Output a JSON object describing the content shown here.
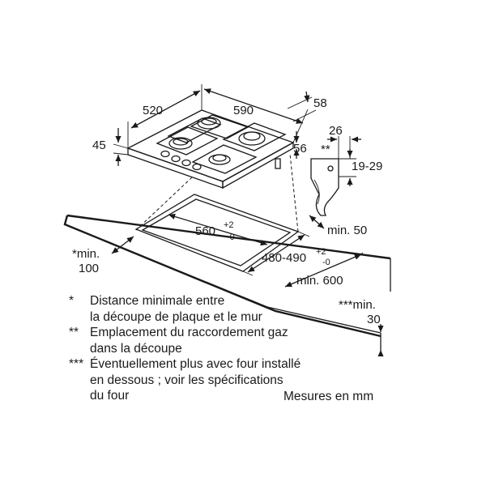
{
  "diagram": {
    "dimensions": {
      "width_520": "520",
      "width_590": "590",
      "depth_58": "58",
      "height_45": "45",
      "edge_56": "56",
      "bracket_26": "26",
      "bracket_marker": "**",
      "range_19_29": "19-29",
      "min_50": "min. 50",
      "cutout_width": "560",
      "cutout_width_tol_plus": "+2",
      "cutout_width_tol_minus": "-0",
      "cutout_depth": "480-490",
      "cutout_depth_tol_plus": "+2",
      "cutout_depth_tol_minus": "-0",
      "min_100_line1": "*min.",
      "min_100_line2": "100",
      "min_600": "min. 600",
      "min_30_line1": "***min.",
      "min_30_line2": "30"
    },
    "notes": [
      {
        "mark": "*",
        "text": "Distance minimale entre\nla découpe de plaque et le mur"
      },
      {
        "mark": "**",
        "text": "Emplacement du raccordement gaz\ndans la découpe"
      },
      {
        "mark": "***",
        "text": "Éventuellement plus avec four installé\nen dessous ; voir les spécifications\ndu four"
      }
    ],
    "units_note": "Mesures en mm"
  }
}
